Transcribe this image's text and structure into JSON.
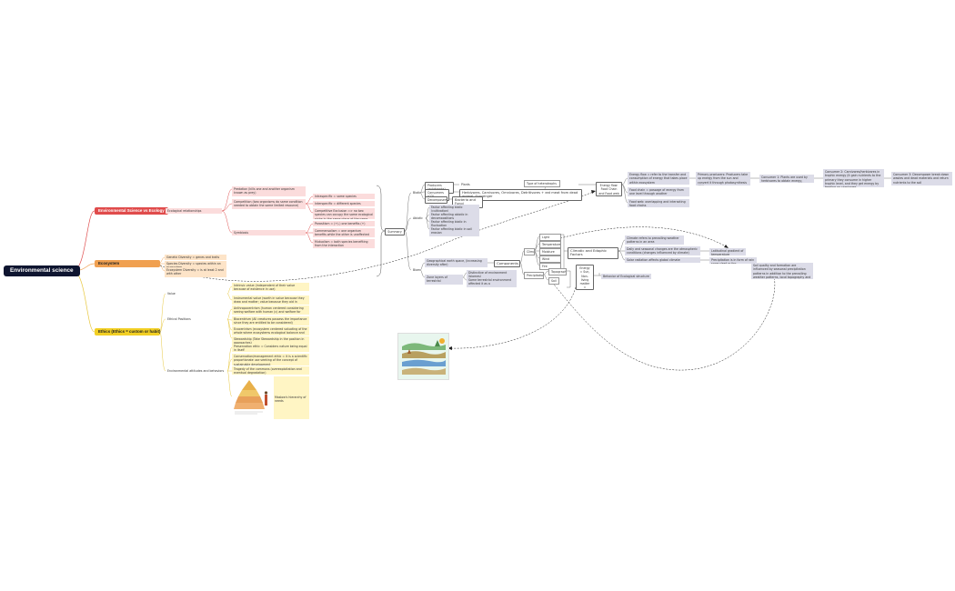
{
  "root": {
    "label": "Environmental science"
  },
  "branches": {
    "ecology": {
      "label": "Environmental Science vs Ecology",
      "sub": "Ecological relationships",
      "items": [
        "Predation (kills one and another organism known as prey)",
        "Competition (two organisms do same condition needed to obtain the same limited resource)",
        "Symbiosis"
      ],
      "competition_types": [
        "Intraspecific = same species",
        "Interspecific = different species"
      ],
      "competition_note": "Competitive Exclusion => no two species can occupy the same ecological niche in the same place at the same time",
      "symbiosis_types": [
        "Parasitism = (+/-) one benefits (+)",
        "Commensalism = one organism benefits while the other is unaffected",
        "Mutualism = both species benefiting from the interaction"
      ]
    },
    "ecosystem": {
      "label": "Ecosystem",
      "items": [
        "Genetic Diversity = genes and traits",
        "Species Diversity = species within an ecosystem",
        "Ecosystem Diversity = is at least 2 and with other"
      ]
    },
    "ethics": {
      "label": "Ethics (Ethics = custom or habit)",
      "groups": [
        "Value",
        "Ethical Positions",
        "Environmental attitudes and behaviors"
      ],
      "value_items": [
        "Intrinsic value (independent of their value because of existence in use)",
        "Instrumental value (worth in value because they draw and matter; value because they aid in human ends)"
      ],
      "position_items": [
        "Anthropocentrism (human centered considering seeing welfare with human (c) and welfare for humans)",
        "Biocentrism (All creatures possess the importance since they are entitled to be considered)",
        "Ecocentrism (ecosystem centered valuating of the whole where ecosystems ecological balance and holistic)",
        "Stewardship (Take Stewardship in the position in approaches)"
      ],
      "attitude_items": [
        "Preservation ethic = Considers nature being equal in itself",
        "Conservation/management ethic = it is a scientific proportionate use seeking of the concept of sustainable development",
        "Tragedy of the commons (overexploitation and eventual degradation)"
      ],
      "pyramid_label": "Maslow's hierarchy of needs"
    }
  },
  "summary": {
    "label": "Summary",
    "groups": [
      "Biotic",
      "Abiotic",
      "Biomes"
    ],
    "biotic": [
      "Producers (autotrophs)",
      "Consumers (CO)",
      "Decomposers"
    ],
    "biotic_sub": [
      "Plants",
      "Herbivores, Carnivores, Omnivores, Detritivores + eat meat from dead animal, Scavenger",
      "Bacteria and Fungi"
    ],
    "consumer_types_label": "Type of heterotrophs",
    "abiotic": [
      "Factor affecting biotic (cultivation)",
      "Factor affecting abiotic in decompositions",
      "Factor affecting biotic in fluctuation",
      "Factor affecting biotic in soil erosion"
    ],
    "biome_items": [
      "Geographical earth space, (increasing diversity after)",
      "Zone layers of terrestrial"
    ],
    "components_label": "Components",
    "components": [
      "Climate",
      "Precipitation"
    ],
    "climate_factors": [
      "Light",
      "Temperature",
      "Moisture",
      "Wind",
      "Fire"
    ],
    "precip_factors": [
      "Topography",
      "Soil"
    ],
    "zone_items": [
      "Distinctive of environment (biomes)",
      "Some terrestrial environment affected it as a"
    ],
    "climate_edaphic": "Climatic and Edaphic Factors",
    "climate_notes": [
      "Climate refers to prevailing weather patterns in an area",
      "Daily and seasonal changes are the atmospheric conditions (changes influenced by climate)",
      "Solar radiation affects global climate"
    ],
    "latitude_note": "Latitudinal gradient of temperature differences",
    "precip_note": "Precipitation is in form of rain snow sleet or fog",
    "soil_note": "Soil quality and formation are influenced by seasonal precipitation patterns in addition to the prevailing weather patterns, local topography and geologic history of region",
    "energy_matter": "Energy = Sun, Non-living matter = atmosphere, hydrosphere, lithosphere",
    "behavior_note": "Behavior of Ecological structure",
    "energy_flow": "Energy flow: Food Chain and Food web",
    "energy_notes": [
      "Energy flow = refer to the transfer and consumption of energy that takes place within ecosystem",
      "Food chain = passage of energy from one level through another",
      "Food web: overlapping and interacting food chains"
    ],
    "trophic_notes": [
      "Primary producers: Producers take up energy from the sun and convert it through photosynthesis (1%)",
      "Consumer 1: Plants are used by herbivores to obtain energy, nutrition (1%)",
      "Consumer 2: Carnivores/herbivores in trophic energy (it gain nutrients to the primary they consume in higher trophic level, and they get energy by feeding on carnivores",
      "Consumer 3: Decomposer break down wastes and dead materials and return nutrients to the soil"
    ]
  }
}
